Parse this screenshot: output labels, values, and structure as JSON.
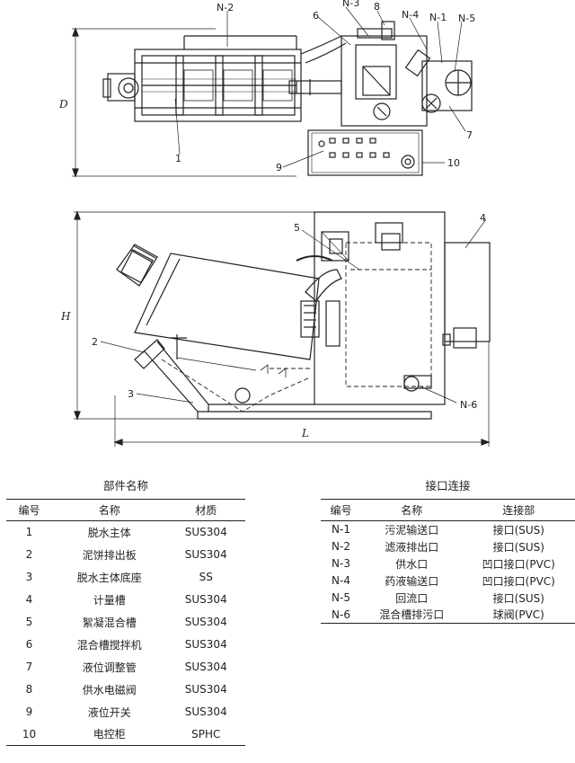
{
  "callouts": {
    "top_view": [
      "N-2",
      "N-3",
      "8",
      "6",
      "N-4",
      "N-1",
      "N-5",
      "1",
      "7",
      "9",
      "10"
    ],
    "front_view": [
      "5",
      "4",
      "2",
      "3",
      "N-6"
    ]
  },
  "dimensions": {
    "depth": "D",
    "height": "H",
    "length": "L"
  },
  "parts_table": {
    "caption": "部件名称",
    "headers": [
      "编号",
      "名称",
      "材质"
    ],
    "rows": [
      [
        "1",
        "脱水主体",
        "SUS304"
      ],
      [
        "2",
        "泥饼排出板",
        "SUS304"
      ],
      [
        "3",
        "脱水主体底座",
        "SS"
      ],
      [
        "4",
        "计量槽",
        "SUS304"
      ],
      [
        "5",
        "絮凝混合槽",
        "SUS304"
      ],
      [
        "6",
        "混合槽搅拌机",
        "SUS304"
      ],
      [
        "7",
        "液位调整管",
        "SUS304"
      ],
      [
        "8",
        "供水电磁阀",
        "SUS304"
      ],
      [
        "9",
        "液位开关",
        "SUS304"
      ],
      [
        "10",
        "电控柜",
        "SPHC"
      ]
    ]
  },
  "ports_table": {
    "caption": "接口连接",
    "headers": [
      "编号",
      "名称",
      "连接部"
    ],
    "rows": [
      [
        "N-1",
        "污泥输送口",
        "接口(SUS)"
      ],
      [
        "N-2",
        "滤液排出口",
        "接口(SUS)"
      ],
      [
        "N-3",
        "供水口",
        "凹口接口(PVC)"
      ],
      [
        "N-4",
        "药液输送口",
        "凹口接口(PVC)"
      ],
      [
        "N-5",
        "回流口",
        "接口(SUS)"
      ],
      [
        "N-6",
        "混合槽排污口",
        "球阀(PVC)"
      ]
    ]
  }
}
